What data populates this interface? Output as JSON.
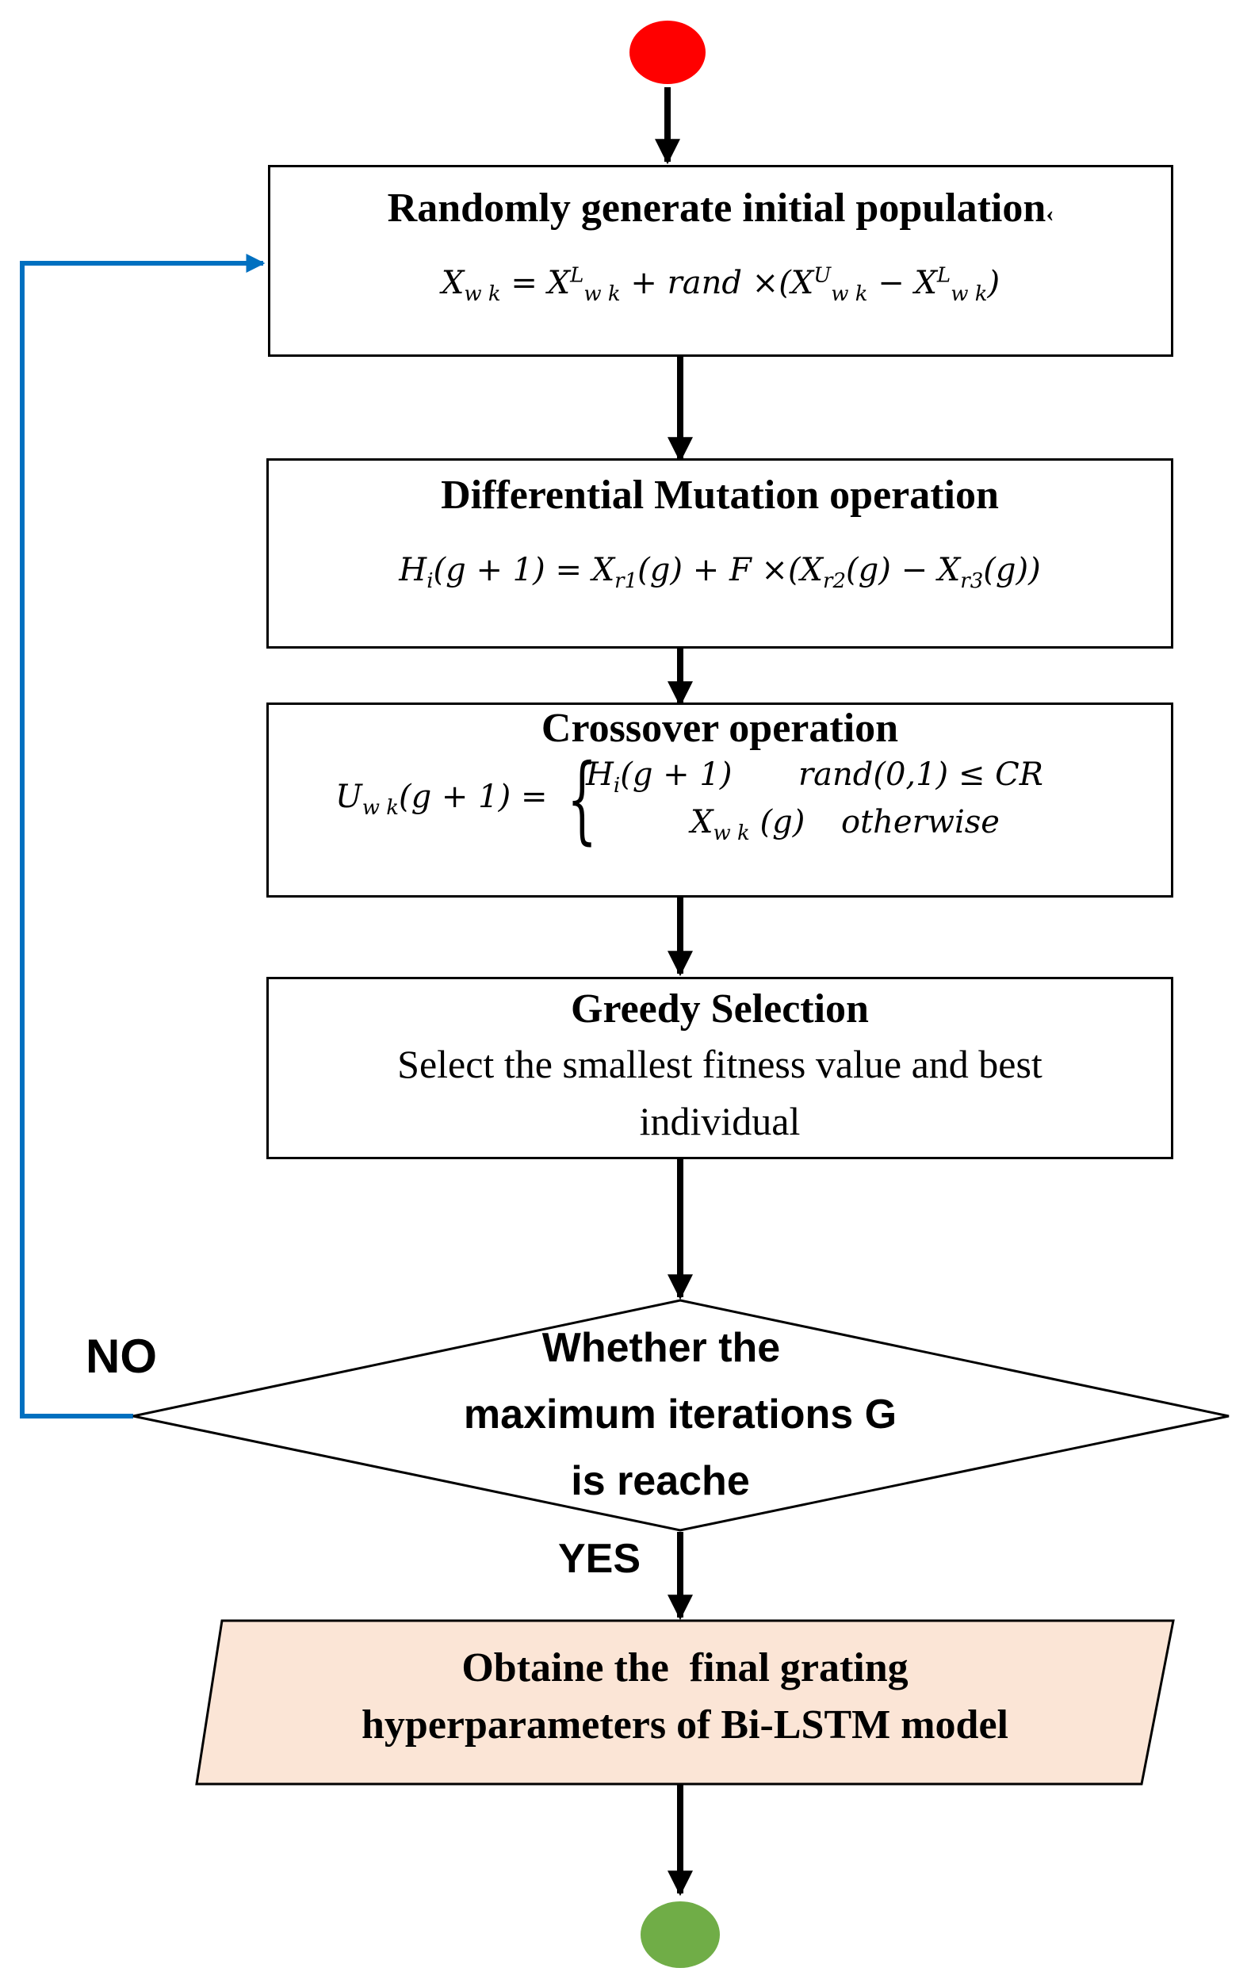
{
  "nodes": {
    "init": {
      "title": "Randomly generate initial population",
      "title_tail": "‹",
      "formula": {
        "lhs": "X",
        "lhs_sub": "w k",
        "eq": "=",
        "t1": "X",
        "t1_sup": "L",
        "t1_sub": "w k",
        "plus": "+",
        "rand": "rand",
        "times": "×",
        "open": "(",
        "t2": "X",
        "t2_sup": "U",
        "t2_sub": "w k",
        "minus": "−",
        "t3": "X",
        "t3_sup": "L",
        "t3_sub": "w k",
        "close": ")"
      }
    },
    "mutation": {
      "title": "Differential Mutation operation",
      "formula": {
        "h": "H",
        "h_sub": "i",
        "arg": "(g + 1)",
        "eq": "=",
        "x1": "X",
        "x1_sub": "r1",
        "x1_arg": "(g)",
        "plus": "+",
        "f": "F",
        "times": "×",
        "open": "(",
        "x2": "X",
        "x2_sub": "r2",
        "x2_arg": "(g)",
        "minus": "−",
        "x3": "X",
        "x3_sub": "r3",
        "x3_arg": "(g)",
        "close": ")"
      }
    },
    "crossover": {
      "title": "Crossover operation",
      "formula": {
        "lhs": "U",
        "lhs_sub": "w k",
        "lhs_arg": "(g + 1)",
        "eq": "=",
        "case1_h": "H",
        "case1_h_sub": "i",
        "case1_arg": "(g + 1)",
        "case1_cond": "rand(0,1) ≤ CR",
        "case2_x": "X",
        "case2_x_sub": "w k",
        "case2_arg": "(g)",
        "case2_cond": "otherwise"
      }
    },
    "greedy": {
      "title": "Greedy Selection",
      "line1": "Select the smallest fitness value and best",
      "line2": "individual"
    },
    "decision": {
      "line1": "Whether the",
      "line2": "maximum iterations G",
      "line3": "is reache"
    },
    "output": {
      "line1": "Obtaine the  final grating",
      "line2": "hyperparameters of Bi-LSTM model"
    }
  },
  "edge_labels": {
    "no": "NO",
    "yes": "YES"
  },
  "colors": {
    "start": "#ff0000",
    "end": "#70ad47",
    "loop": "#0070c0",
    "output_fill": "#fbe5d6",
    "arrow": "#000000"
  }
}
